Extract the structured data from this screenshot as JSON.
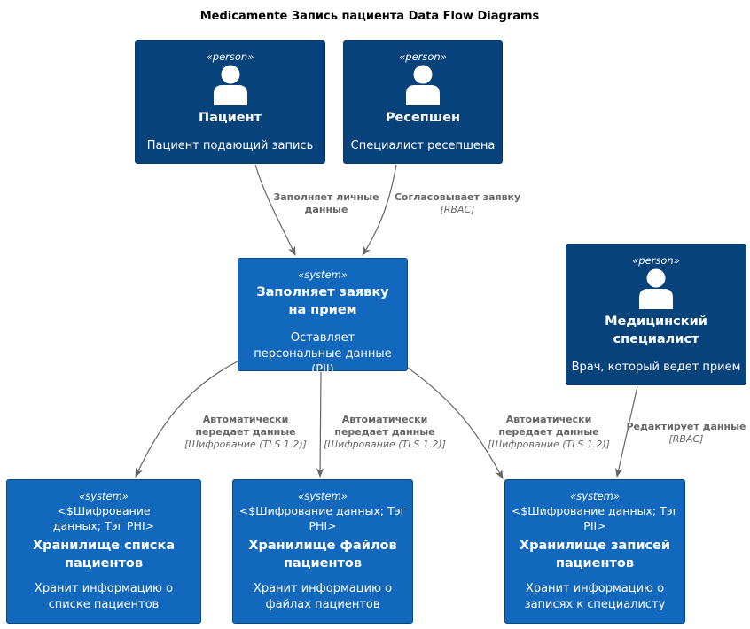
{
  "title": "Medicamente Запись пациента Data Flow Diagrams",
  "colors": {
    "person_fill": "#08427b",
    "system_fill": "#1168bd",
    "arrow": "#666666",
    "label_text": "#666666"
  },
  "nodes": {
    "patient": {
      "stereotype": "«person»",
      "icon": "person-icon",
      "name": "Пациент",
      "description": "Пациент подающий запись"
    },
    "reception": {
      "stereotype": "«person»",
      "icon": "person-icon",
      "name": "Ресепшен",
      "description": "Специалист ресепшена"
    },
    "medic": {
      "stereotype": "«person»",
      "icon": "person-icon",
      "name": "Медицинский специалист",
      "description": "Врач, который ведет прием"
    },
    "form": {
      "stereotype": "«system»",
      "name": "Заполняет заявку на прием",
      "description": "Оставляет персональные данные (PII)"
    },
    "patient_list": {
      "stereotype": "«system»",
      "tag": "<$Шифрование данных; Тэг PHI>",
      "name": "Хранилище списка пациентов",
      "description": "Хранит информацию о списке пациентов"
    },
    "patient_files": {
      "stereotype": "«system»",
      "tag": "<$Шифрование данных; Тэг PHI>",
      "name": "Хранилище файлов пациентов",
      "description": "Хранит информацию о файлах пациентов"
    },
    "patient_records": {
      "stereotype": "«system»",
      "tag": "<$Шифрование данных; Тэг PII>",
      "name": "Хранилище записей пациентов",
      "description": "Хранит информацию о записях к специалисту"
    }
  },
  "edges": [
    {
      "from": "patient",
      "to": "form",
      "label": "Заполняет личные данные",
      "tech": ""
    },
    {
      "from": "reception",
      "to": "form",
      "label": "Согласовывает заявку",
      "tech": "[RBAC]"
    },
    {
      "from": "form",
      "to": "patient_list",
      "label": "Автоматически передает данные",
      "tech": "[Шифрование (TLS 1.2)]"
    },
    {
      "from": "form",
      "to": "patient_files",
      "label": "Автоматически передает данные",
      "tech": "[Шифрование (TLS 1.2)]"
    },
    {
      "from": "form",
      "to": "patient_records",
      "label": "Автоматически передает данные",
      "tech": "[Шифрование (TLS 1.2)]"
    },
    {
      "from": "medic",
      "to": "patient_records",
      "label": "Редактирует данные",
      "tech": "[RBAC]"
    }
  ]
}
